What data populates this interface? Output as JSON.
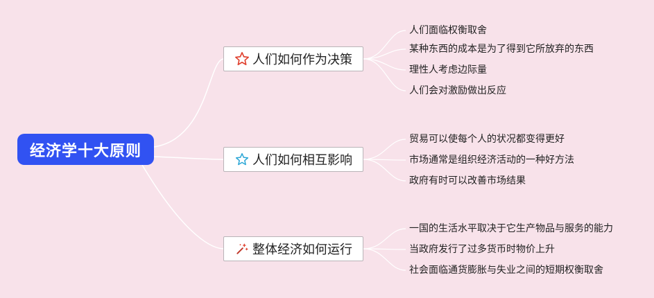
{
  "root": {
    "label": "经济学十大原则",
    "color": "#3152f2"
  },
  "branches": [
    {
      "label": "人们如何作为决策",
      "icon": "star-outline-red-icon",
      "leaves": [
        "人们面临权衡取舍",
        "某种东西的成本是为了得到它所放弃的东西",
        "理性人考虑边际量",
        "人们会对激励做出反应"
      ]
    },
    {
      "label": "人们如何相互影响",
      "icon": "star-outline-blue-icon",
      "leaves": [
        "贸易可以使每个人的状况都变得更好",
        "市场通常是组织经济活动的一种好方法",
        "政府有时可以改善市场结果"
      ]
    },
    {
      "label": "整体经济如何运行",
      "icon": "magic-wand-icon",
      "leaves": [
        "一国的生活水平取决于它生产物品与服务的能力",
        "当政府发行了过多货币时物价上升",
        "社会面临通货膨胀与失业之间的短期权衡取舍"
      ]
    }
  ],
  "colors": {
    "background": "#f8e2ea",
    "connector": "#ffffff",
    "branch_border": "#b9b4b8"
  }
}
